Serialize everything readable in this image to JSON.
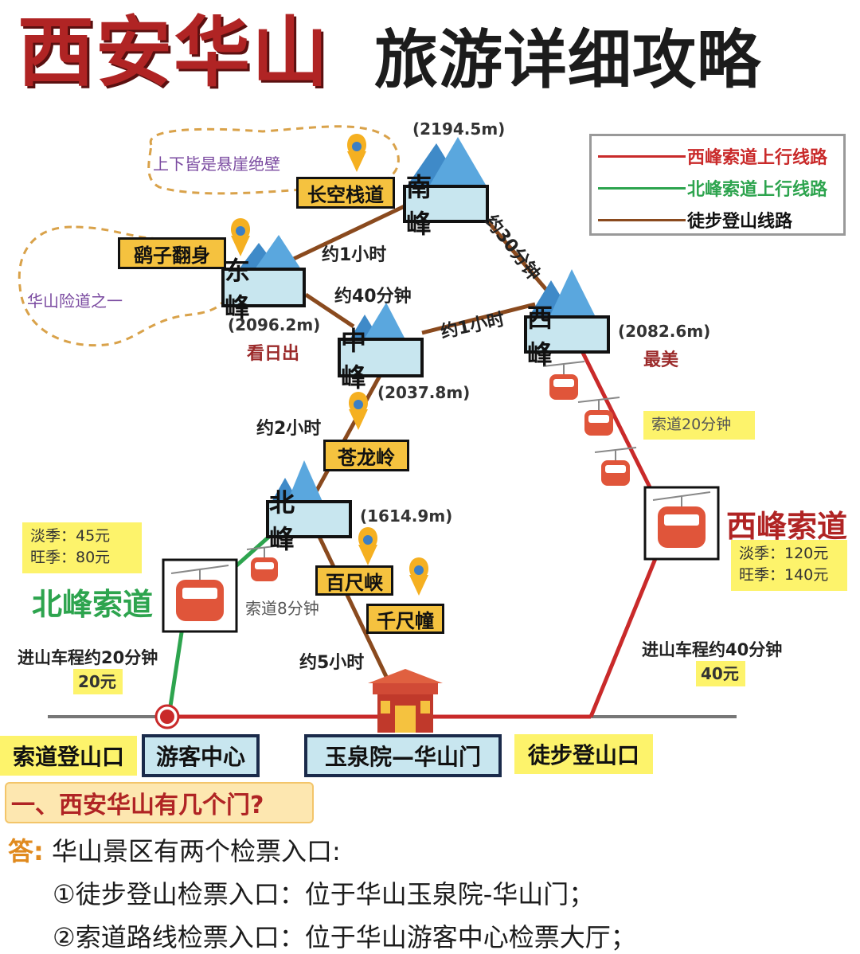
{
  "title": {
    "main_red": "西安华山",
    "main_black": "旅游详细攻略"
  },
  "legend": [
    {
      "text": "西峰索道上行线路",
      "color": "#c92a2a"
    },
    {
      "text": "北峰索道上行线路",
      "color": "#2da44e"
    },
    {
      "text": "徒步登山线路",
      "color": "#111111"
    }
  ],
  "legend_line_colors": [
    "#c92a2a",
    "#2da44e",
    "#8a4a1e"
  ],
  "peaks": {
    "south": {
      "name": "南 峰",
      "elevation": "(2194.5m)"
    },
    "east": {
      "name": "东 峰",
      "elevation": "(2096.2m)",
      "note": "看日出"
    },
    "middle": {
      "name": "中 峰",
      "elevation": "(2037.8m)"
    },
    "west": {
      "name": "西 峰",
      "elevation": "(2082.6m)",
      "note": "最美"
    },
    "north": {
      "name": "北 峰",
      "elevation": "(1614.9m)"
    }
  },
  "spots": {
    "changkong": "长空栈道",
    "yaozi": "鹞子翻身",
    "canglong": "苍龙岭",
    "baichi": "百尺峡",
    "qianchi": "千尺幢"
  },
  "dashed_notes": {
    "cliff": "上下皆是悬崖绝壁",
    "danger": "华山险道之一"
  },
  "durations": {
    "east_south": "约1小时",
    "east_middle": "约40分钟",
    "middle_west": "约1小时",
    "south_west": "约30分钟",
    "north_middle": "约2小时",
    "gate_north": "约5小时",
    "north_cable": "索道8分钟",
    "west_cable": "索道20分钟"
  },
  "north_cable": {
    "title": "北峰索道",
    "price_low": "淡季：45元",
    "price_high": "旺季：80元",
    "bus": "进山车程约20分钟",
    "bus_price": "20元"
  },
  "west_cable": {
    "title": "西峰索道",
    "price_low": "淡季：120元",
    "price_high": "旺季：140元",
    "bus": "进山车程约40分钟",
    "bus_price": "40元"
  },
  "gates": {
    "cable_entry": "索道登山口",
    "visitor_center": "游客中心",
    "yuquan": "玉泉院—华山门",
    "hike_entry": "徒步登山口"
  },
  "colors": {
    "west_route": "#c92a2a",
    "north_route": "#2da44e",
    "hike_route": "#8a4a1e",
    "title_red": "#b02424",
    "peak_box": "#c8e6ef",
    "spot_box": "#f5c23f",
    "note_yellow": "#fdf36b"
  },
  "faq": {
    "question": "一、西安华山有几个门?",
    "answer_lead": "答:",
    "answer_text": "华山景区有两个检票入口:",
    "item1": "①徒步登山检票入口：位于华山玉泉院-华山门；",
    "item2": "②索道路线检票入口：位于华山游客中心检票大厅；"
  }
}
